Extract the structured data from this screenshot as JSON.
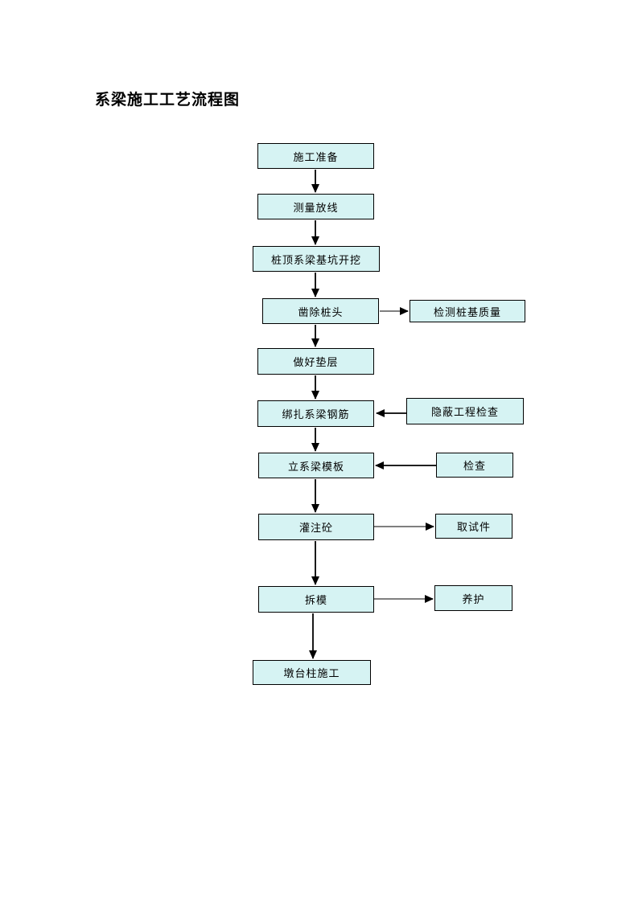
{
  "page": {
    "title": "系梁施工工艺流程图"
  },
  "flowchart": {
    "main_steps": [
      {
        "label": "施工准备"
      },
      {
        "label": "测量放线"
      },
      {
        "label": "桩顶系梁基坑开挖"
      },
      {
        "label": "凿除桩头"
      },
      {
        "label": "做好垫层"
      },
      {
        "label": "绑扎系梁钢筋"
      },
      {
        "label": "立系梁模板"
      },
      {
        "label": "灌注砼"
      },
      {
        "label": "拆模"
      },
      {
        "label": "墩台柱施工"
      }
    ],
    "side_steps": [
      {
        "label": "检测桩基质量",
        "linked_to": "凿除桩头",
        "arrow_direction": "main-to-side"
      },
      {
        "label": "隐蔽工程检查",
        "linked_to": "绑扎系梁钢筋",
        "arrow_direction": "side-to-main"
      },
      {
        "label": "检查",
        "linked_to": "立系梁模板",
        "arrow_direction": "side-to-main"
      },
      {
        "label": "取试件",
        "linked_to": "灌注砼",
        "arrow_direction": "main-to-side"
      },
      {
        "label": "养护",
        "linked_to": "拆模",
        "arrow_direction": "main-to-side"
      }
    ],
    "colors": {
      "box_fill": "#d6f3f3",
      "box_border": "#000000",
      "arrow_black": "#000000",
      "arrow_gray": "#7f7f7f"
    }
  }
}
